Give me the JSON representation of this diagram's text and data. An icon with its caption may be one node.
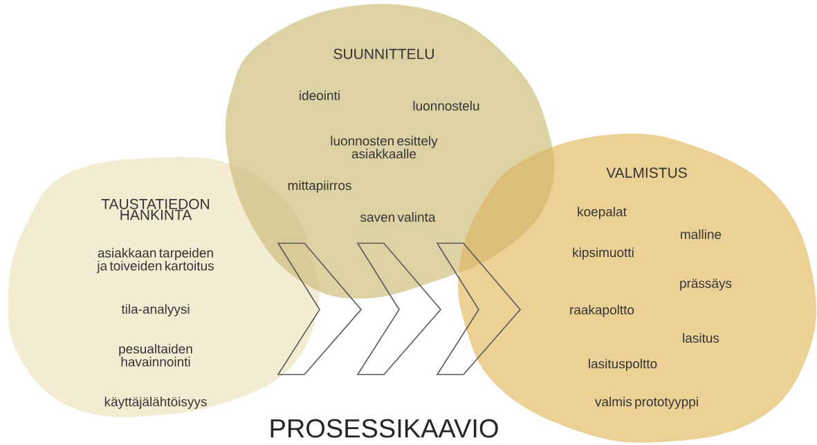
{
  "diagram": {
    "title": "PROSESSIKAAVIO",
    "nodes": [
      {
        "text": [
          "TAUSTATIEDON HANKINTA",
          "asiakkaan tarpeiden ja toiveiden kartoitus",
          "tila-analyysi",
          "pesualtaiden havainnointi",
          "käyttäjälähtöisyys"
        ]
      },
      {
        "text": [
          "SUUNNITTELU",
          "ideointi",
          "luonnostelu",
          "luonnosten esittely asiakkaalle",
          "mittapiirros",
          "saven valinta"
        ]
      },
      {
        "text": [
          "VALMISTUS",
          "koepalat",
          "malline",
          "kipsimuotti",
          "prässäys",
          "raakapoltto",
          "lasitus",
          "lasituspoltto",
          "valmis prototyyppi"
        ]
      }
    ]
  }
}
